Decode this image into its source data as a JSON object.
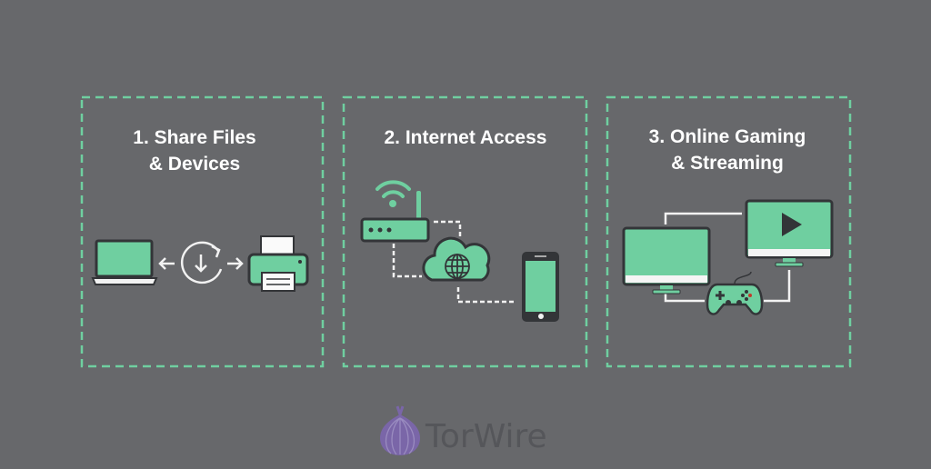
{
  "panels": [
    {
      "title_line1": "1. Share Files",
      "title_line2": "& Devices"
    },
    {
      "title_line1": "2. Internet Access",
      "title_line2": ""
    },
    {
      "title_line1": "3. Online Gaming",
      "title_line2": "& Streaming"
    }
  ],
  "logo": {
    "text": "TorWire"
  },
  "colors": {
    "background": "#67686b",
    "accent": "#6fcfa0",
    "outline": "#333538",
    "logo": "#7a66a8"
  }
}
